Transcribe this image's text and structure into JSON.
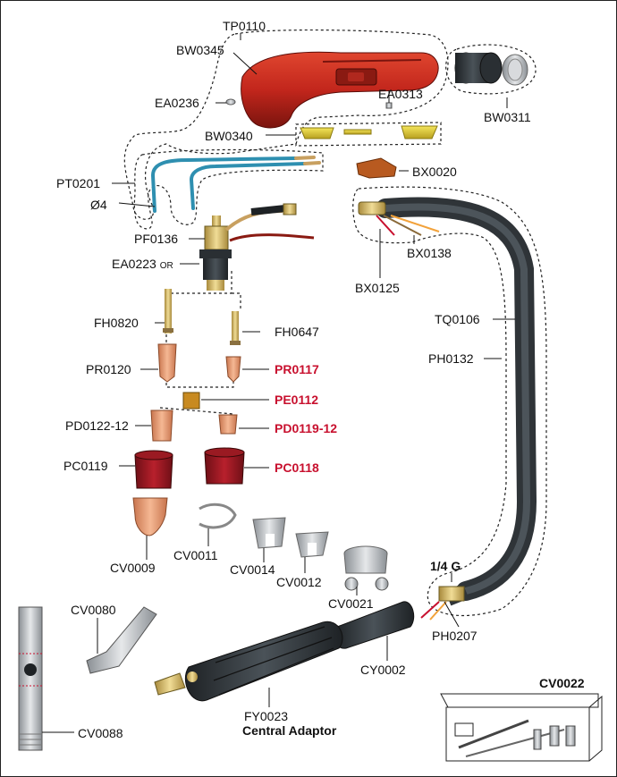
{
  "colors": {
    "accent_red": "#c8102e",
    "handle_red": "#c2261c",
    "cable_dark": "#2f3438",
    "copper": "#e8a27a",
    "teal_pipe": "#2e8fb0",
    "dash_line": "#222222"
  },
  "labels": {
    "tp0110": "TP0110",
    "bw0345": "BW0345",
    "ea0236": "EA0236",
    "ea0313": "EA0313",
    "bw0311": "BW0311",
    "bw0340": "BW0340",
    "bx0020": "BX0020",
    "pt0201": "PT0201",
    "d4": "Ø4",
    "pf0136": "PF0136",
    "ea0223": "EA0223",
    "ea0223_suffix": "OR",
    "bx0138": "BX0138",
    "bx0125": "BX0125",
    "fh0820": "FH0820",
    "fh0647": "FH0647",
    "tq0106": "TQ0106",
    "ph0132": "PH0132",
    "pr0120": "PR0120",
    "pr0117": "PR0117",
    "pe0112": "PE0112",
    "pd0122": "PD0122-12",
    "pd0119": "PD0119-12",
    "pc0119": "PC0119",
    "pc0118": "PC0118",
    "cv0011": "CV0011",
    "cv0014": "CV0014",
    "cv0012": "CV0012",
    "cv0021": "CV0021",
    "cv0009": "CV0009",
    "gas_fitting": "1/4 G",
    "cv0080": "CV0080",
    "cy0002": "CY0002",
    "ph0207": "PH0207",
    "cv0022": "CV0022",
    "fy0023": "FY0023",
    "central_adaptor": "Central Adaptor",
    "cv0088": "CV0088"
  }
}
